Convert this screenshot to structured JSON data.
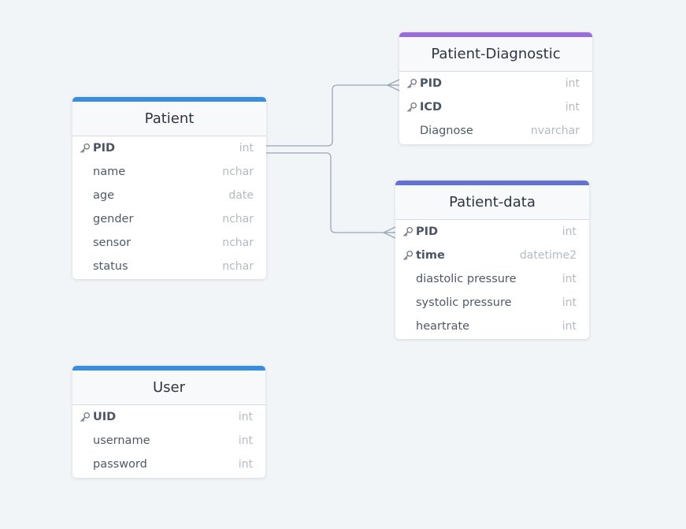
{
  "colors": {
    "background": "#f1f5f8",
    "patient_accent": "#3a8fdc",
    "user_accent": "#3a8fdc",
    "diagnostic_accent": "#9b6ae0",
    "patient_data_accent": "#6372d4",
    "connector": "#9aa7b8"
  },
  "tables": {
    "patient": {
      "title": "Patient",
      "fields": [
        {
          "name": "PID",
          "type": "int",
          "key": true
        },
        {
          "name": "name",
          "type": "nchar",
          "key": false
        },
        {
          "name": "age",
          "type": "date",
          "key": false
        },
        {
          "name": "gender",
          "type": "nchar",
          "key": false
        },
        {
          "name": "sensor",
          "type": "nchar",
          "key": false
        },
        {
          "name": "status",
          "type": "nchar",
          "key": false
        }
      ]
    },
    "diagnostic": {
      "title": "Patient-Diagnostic",
      "fields": [
        {
          "name": "PID",
          "type": "int",
          "key": true
        },
        {
          "name": "ICD",
          "type": "int",
          "key": true
        },
        {
          "name": "Diagnose",
          "type": "nvarchar",
          "key": false
        }
      ]
    },
    "patient_data": {
      "title": "Patient-data",
      "fields": [
        {
          "name": "PID",
          "type": "int",
          "key": true
        },
        {
          "name": "time",
          "type": "datetime2",
          "key": true
        },
        {
          "name": "diastolic pressure",
          "type": "int",
          "key": false
        },
        {
          "name": "systolic pressure",
          "type": "int",
          "key": false
        },
        {
          "name": "heartrate",
          "type": "int",
          "key": false
        }
      ]
    },
    "user": {
      "title": "User",
      "fields": [
        {
          "name": "UID",
          "type": "int",
          "key": true
        },
        {
          "name": "username",
          "type": "int",
          "key": false
        },
        {
          "name": "password",
          "type": "int",
          "key": false
        }
      ]
    }
  },
  "relationships": [
    {
      "from": "Patient.PID",
      "to": "Patient-Diagnostic.PID",
      "cardinality": "one-to-many"
    },
    {
      "from": "Patient.PID",
      "to": "Patient-data.PID",
      "cardinality": "one-to-many"
    }
  ]
}
